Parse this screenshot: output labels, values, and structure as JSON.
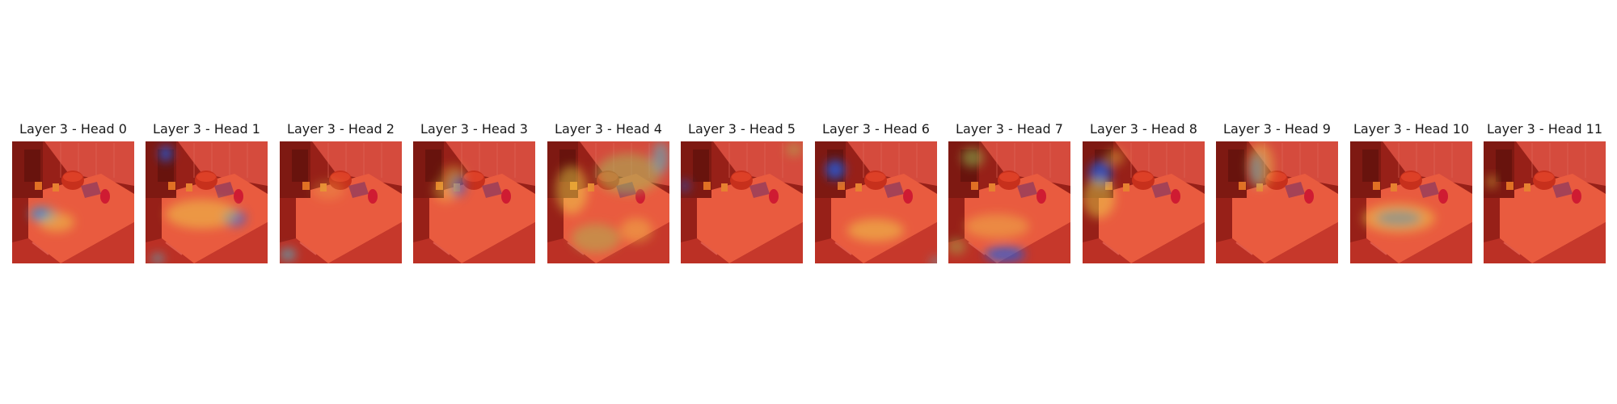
{
  "panels": [
    {
      "title": "Layer 3 - Head 0"
    },
    {
      "title": "Layer 3 - Head 1"
    },
    {
      "title": "Layer 3 - Head 2"
    },
    {
      "title": "Layer 3 - Head 3"
    },
    {
      "title": "Layer 3 - Head 4"
    },
    {
      "title": "Layer 3 - Head 5"
    },
    {
      "title": "Layer 3 - Head 6"
    },
    {
      "title": "Layer 3 - Head 7"
    },
    {
      "title": "Layer 3 - Head 8"
    },
    {
      "title": "Layer 3 - Head 9"
    },
    {
      "title": "Layer 3 - Head 10"
    },
    {
      "title": "Layer 3 - Head 11"
    }
  ]
}
